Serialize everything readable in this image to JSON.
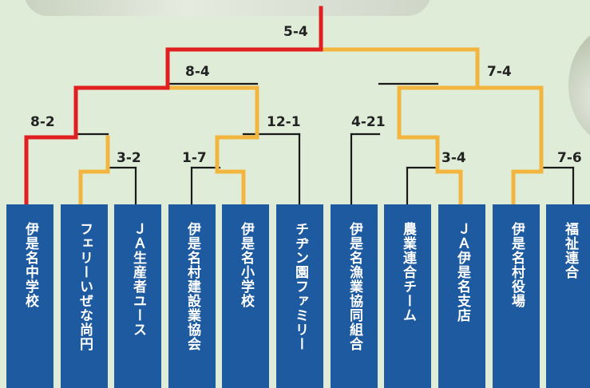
{
  "teams": [
    "伊是名中学校",
    "フェリーいぜな尚円",
    "ＪＡ生産者ユース",
    "伊是名村建設業協会",
    "伊是名小学校",
    "チヂン園ファミリー",
    "伊是名漁業協同組合",
    "農業連合チーム",
    "ＪＡ伊是名支店",
    "伊是名村役場",
    "福祉連合"
  ],
  "scores": {
    "final": "5-4",
    "semi_left": "8-4",
    "semi_right": "7-4",
    "qf_1": "8-2",
    "qf_2": "12-1",
    "qf_3": "4-21",
    "qf_4": "7-6",
    "r1_1": "3-2",
    "r1_2": "1-7",
    "r1_3": "3-4"
  },
  "colors": {
    "background": "#dfedd8",
    "team_box": "#1e5aa0",
    "champion_path": "#e02020",
    "winner_path": "#f2b640",
    "loser_line": "#1a1a1a"
  }
}
